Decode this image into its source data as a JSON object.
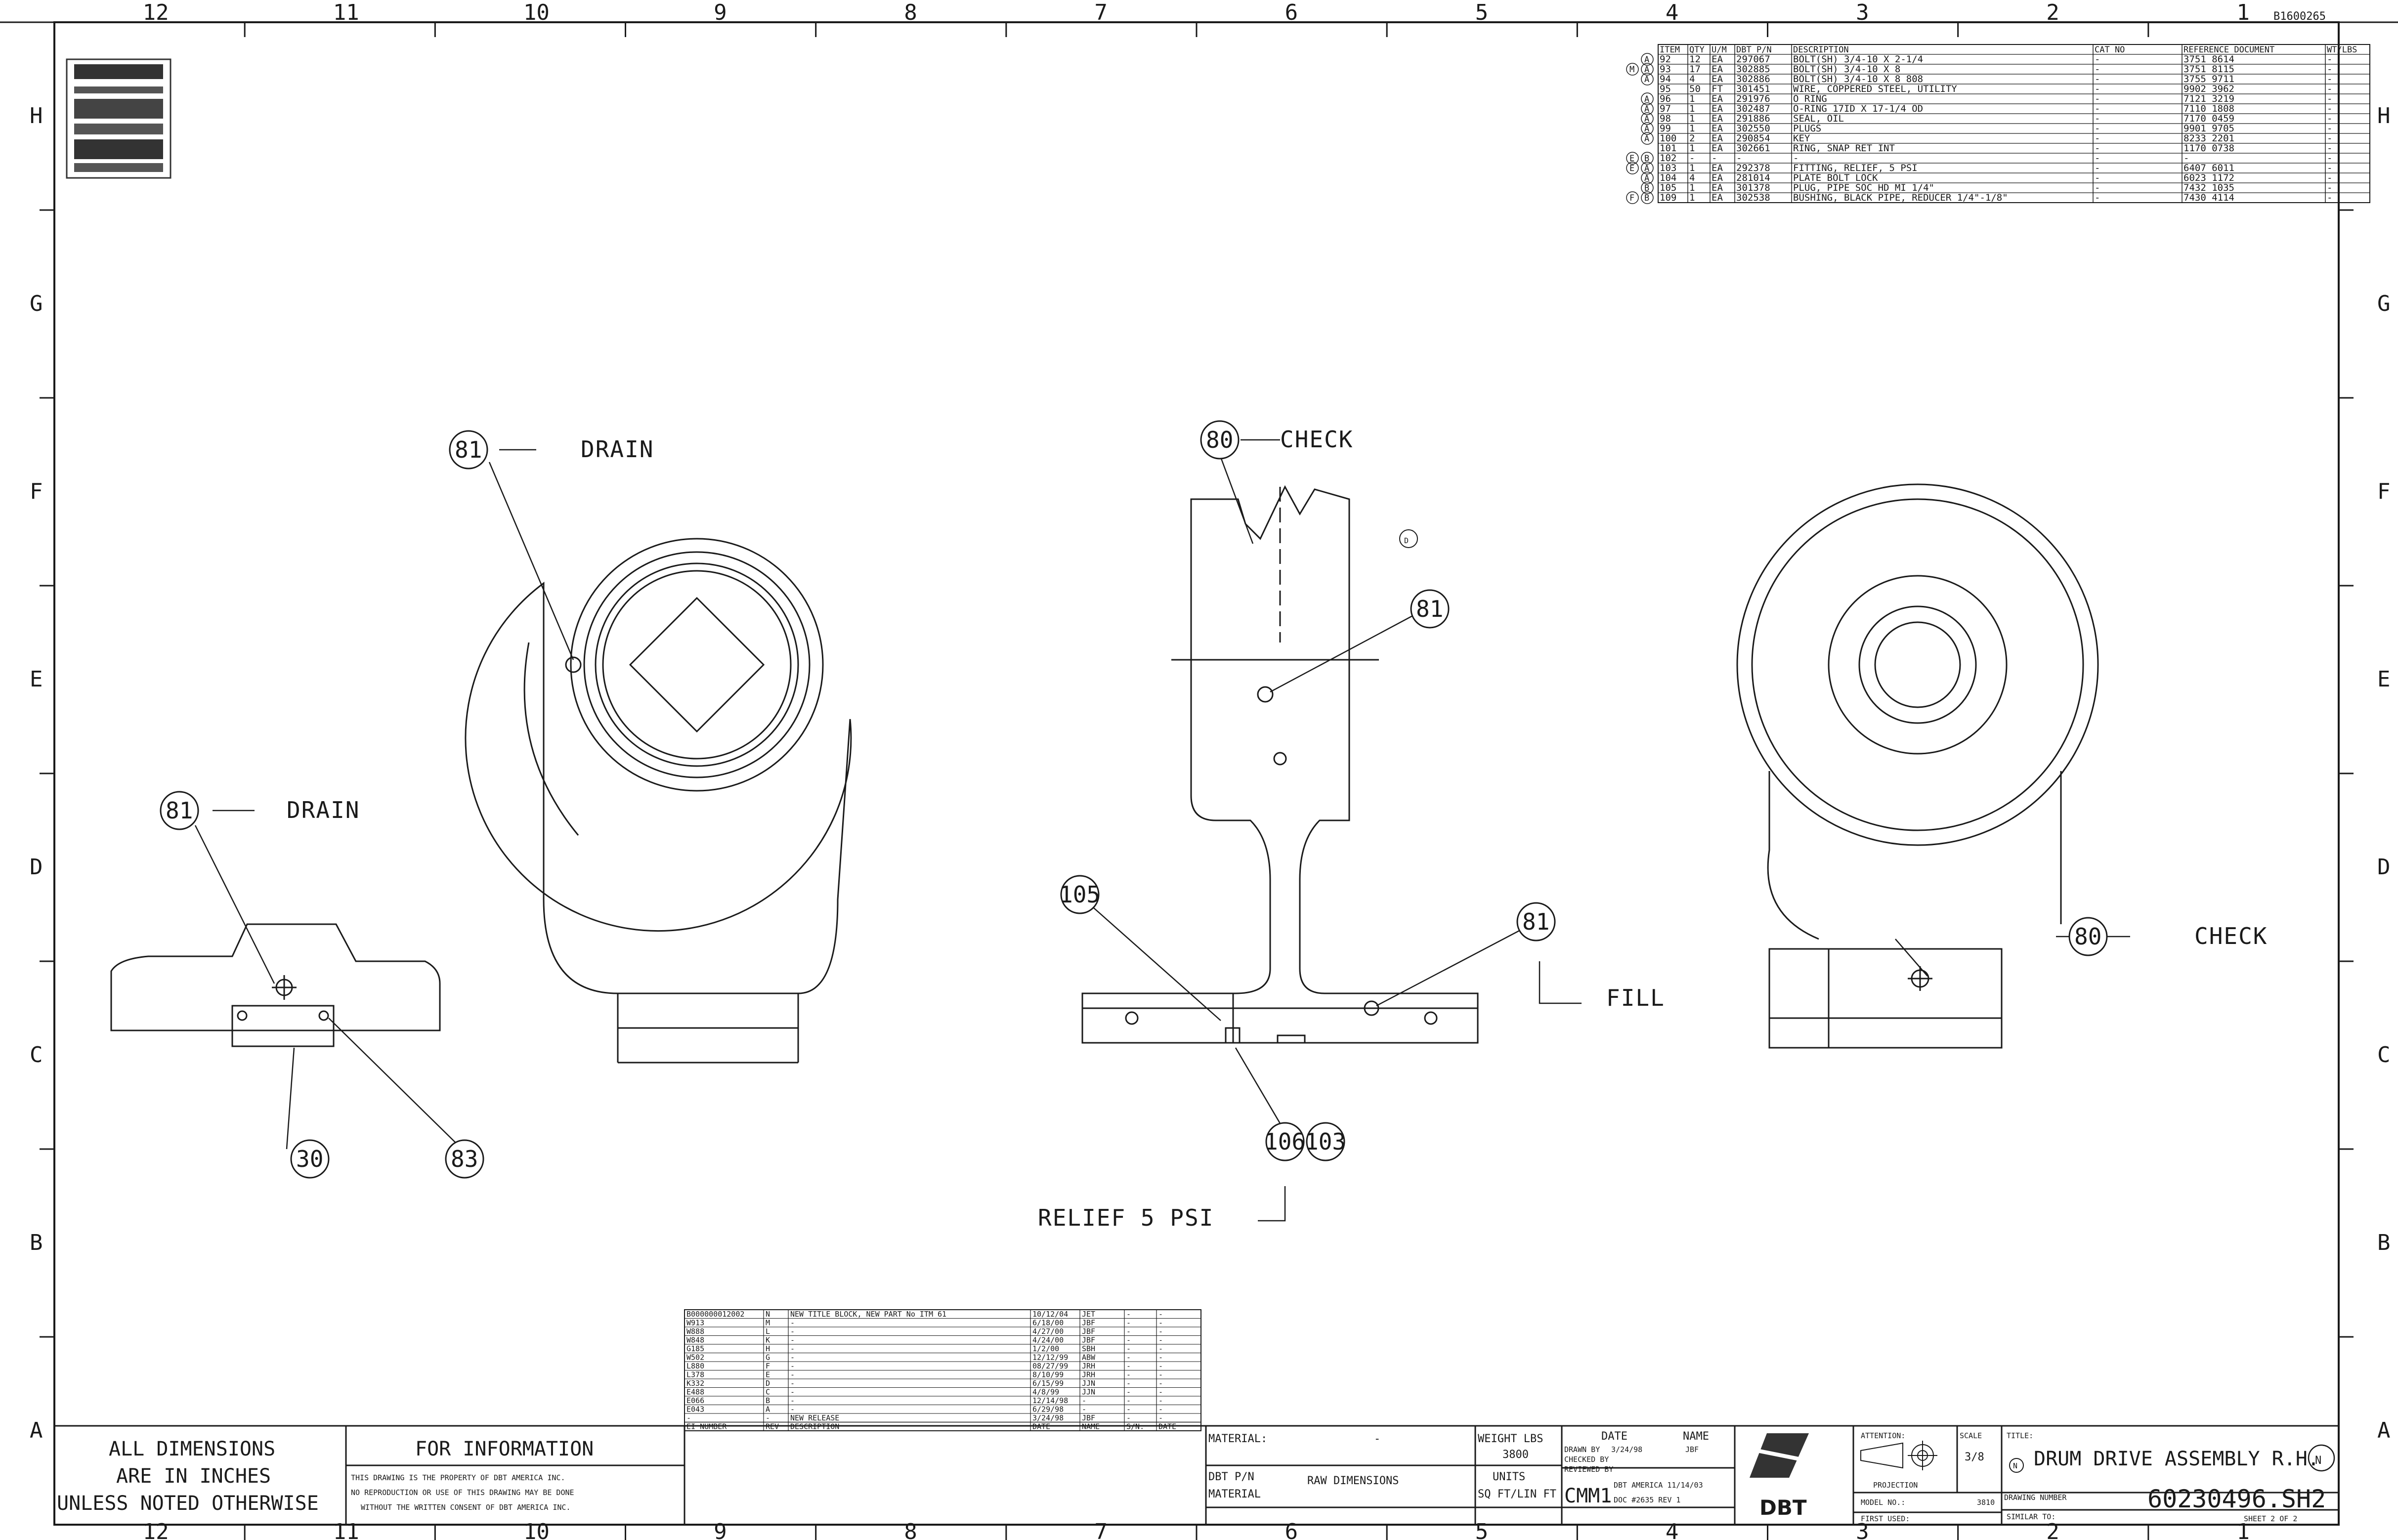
{
  "drawing_number_top": "B1600265",
  "zones": {
    "columns": [
      "12",
      "11",
      "10",
      "9",
      "8",
      "7",
      "6",
      "5",
      "4",
      "3",
      "2",
      "1"
    ],
    "rows": [
      "H",
      "G",
      "F",
      "E",
      "D",
      "C",
      "B",
      "A"
    ]
  },
  "bom": {
    "headers": [
      "ITEM",
      "QTY",
      "U/M",
      "DBT P/N",
      "DESCRIPTION",
      "CAT NO",
      "REFERENCE DOCUMENT",
      "WT/LBS"
    ],
    "rows": [
      {
        "rev": "A",
        "item": "92",
        "qty": "12",
        "um": "EA",
        "pn": "297067",
        "desc": "BOLT(SH) 3/4-10 X 2-1/4",
        "cat": "-",
        "ref": "3751 8614",
        "wt": "-"
      },
      {
        "rev": "M A",
        "item": "93",
        "qty": "17",
        "um": "EA",
        "pn": "302885",
        "desc": "BOLT(SH) 3/4-10 X 8",
        "cat": "-",
        "ref": "3751 8115",
        "wt": "-"
      },
      {
        "rev": "A",
        "item": "94",
        "qty": "4",
        "um": "EA",
        "pn": "302886",
        "desc": "BOLT(SH) 3/4-10 X 8 808",
        "cat": "-",
        "ref": "3755 9711",
        "wt": "-"
      },
      {
        "rev": "",
        "item": "95",
        "qty": "50",
        "um": "FT",
        "pn": "301451",
        "desc": "WIRE, COPPERED STEEL, UTILITY",
        "cat": "-",
        "ref": "9902 3962",
        "wt": "-"
      },
      {
        "rev": "A",
        "item": "96",
        "qty": "1",
        "um": "EA",
        "pn": "291976",
        "desc": "O RING",
        "cat": "-",
        "ref": "7121 3219",
        "wt": "-"
      },
      {
        "rev": "A",
        "item": "97",
        "qty": "1",
        "um": "EA",
        "pn": "302487",
        "desc": "O-RING 17ID X 17-1/4 OD",
        "cat": "-",
        "ref": "7110 1808",
        "wt": "-"
      },
      {
        "rev": "A",
        "item": "98",
        "qty": "1",
        "um": "EA",
        "pn": "291886",
        "desc": "SEAL, OIL",
        "cat": "-",
        "ref": "7170 0459",
        "wt": "-"
      },
      {
        "rev": "A",
        "item": "99",
        "qty": "1",
        "um": "EA",
        "pn": "302550",
        "desc": "PLUGS",
        "cat": "-",
        "ref": "9901 9705",
        "wt": "-"
      },
      {
        "rev": "A",
        "item": "100",
        "qty": "2",
        "um": "EA",
        "pn": "290854",
        "desc": "KEY",
        "cat": "-",
        "ref": "8233 2201",
        "wt": "-"
      },
      {
        "rev": "",
        "item": "101",
        "qty": "1",
        "um": "EA",
        "pn": "302661",
        "desc": "RING, SNAP RET INT",
        "cat": "-",
        "ref": "1170 0738",
        "wt": "-"
      },
      {
        "rev": "E B",
        "item": "102",
        "qty": "-",
        "um": "-",
        "pn": "-",
        "desc": "-",
        "cat": "-",
        "ref": "-",
        "wt": "-"
      },
      {
        "rev": "E A",
        "item": "103",
        "qty": "1",
        "um": "EA",
        "pn": "292378",
        "desc": "FITTING, RELIEF, 5 PSI",
        "cat": "-",
        "ref": "6407 6011",
        "wt": "-"
      },
      {
        "rev": "A",
        "item": "104",
        "qty": "4",
        "um": "EA",
        "pn": "281014",
        "desc": "PLATE BOLT LOCK",
        "cat": "-",
        "ref": "6023 1172",
        "wt": "-"
      },
      {
        "rev": "B",
        "item": "105",
        "qty": "1",
        "um": "EA",
        "pn": "301378",
        "desc": "PLUG, PIPE SOC HD MI 1/4\"",
        "cat": "-",
        "ref": "7432 1035",
        "wt": "-"
      },
      {
        "rev": "F B",
        "item": "109",
        "qty": "1",
        "um": "EA",
        "pn": "302538",
        "desc": "BUSHING, BLACK PIPE, REDUCER 1/4\"-1/8\"",
        "cat": "-",
        "ref": "7430 4114",
        "wt": "-"
      }
    ]
  },
  "callouts": {
    "drain_top": {
      "num": "81",
      "text": "DRAIN"
    },
    "drain_left": {
      "num": "81",
      "text": "DRAIN"
    },
    "check_mid": {
      "num": "80",
      "text": "CHECK"
    },
    "check_right": {
      "num": "80",
      "text": "CHECK"
    },
    "c81_mid": "81",
    "c81_right": "81",
    "c105": "105",
    "c106": "106",
    "c103": "103",
    "c30": "30",
    "c83": "83",
    "d_marker": "D",
    "fill": "FILL",
    "relief": "RELIEF 5 PSI"
  },
  "revisions": {
    "rows": [
      {
        "ei": "B000000012002",
        "rev": "N",
        "desc": "NEW TITLE BLOCK, NEW PART No ITM 61",
        "date": "10/12/04",
        "name": "JET"
      },
      {
        "ei": "W913",
        "rev": "M",
        "desc": "-",
        "date": "6/18/00",
        "name": "JBF"
      },
      {
        "ei": "W888",
        "rev": "L",
        "desc": "-",
        "date": "4/27/00",
        "name": "JBF"
      },
      {
        "ei": "W848",
        "rev": "K",
        "desc": "-",
        "date": "4/24/00",
        "name": "JBF"
      },
      {
        "ei": "G185",
        "rev": "H",
        "desc": "-",
        "date": "1/2/00",
        "name": "SBH"
      },
      {
        "ei": "W502",
        "rev": "G",
        "desc": "-",
        "date": "12/12/99",
        "name": "ABW"
      },
      {
        "ei": "L880",
        "rev": "F",
        "desc": "-",
        "date": "08/27/99",
        "name": "JRH"
      },
      {
        "ei": "L378",
        "rev": "E",
        "desc": "-",
        "date": "8/10/99",
        "name": "JRH"
      },
      {
        "ei": "K332",
        "rev": "D",
        "desc": "-",
        "date": "6/15/99",
        "name": "JJN"
      },
      {
        "ei": "E488",
        "rev": "C",
        "desc": "-",
        "date": "4/8/99",
        "name": "JJN"
      },
      {
        "ei": "E066",
        "rev": "B",
        "desc": "-",
        "date": "12/14/98",
        "name": "-"
      },
      {
        "ei": "E043",
        "rev": "A",
        "desc": "-",
        "date": "6/29/98",
        "name": "-"
      },
      {
        "ei": "-",
        "rev": "-",
        "desc": "NEW RELEASE",
        "date": "3/24/98",
        "name": "JBF"
      }
    ],
    "footer": [
      "EI NUMBER",
      "REV",
      "DESCRIPTION",
      "DATE",
      "NAME",
      "S/N."
    ],
    "extra_header": "DATE"
  },
  "title_block": {
    "dims_line1": "ALL DIMENSIONS",
    "dims_line2": "ARE IN INCHES",
    "dims_line3": "UNLESS NOTED OTHERWISE",
    "for_info": "FOR INFORMATION",
    "property1": "THIS DRAWING IS THE PROPERTY OF DBT AMERICA INC.",
    "property2": "NO REPRODUCTION OR USE OF THIS DRAWING MAY BE DONE",
    "property3": "WITHOUT THE WRITTEN CONSENT OF DBT AMERICA INC.",
    "material_label": "MATERIAL:",
    "material_value": "-",
    "dbt_pn": "DBT P/N",
    "material2": "MATERIAL",
    "raw_dims": "RAW DIMENSIONS",
    "weight_label": "WEIGHT LBS",
    "weight_value": "3800",
    "units_label": "UNITS",
    "units_value": "SQ FT/LIN FT",
    "date_label": "DATE",
    "name_label": "NAME",
    "drawn_by": "DRAWN BY",
    "drawn_date": "3/24/98",
    "drawn_name": "JBF",
    "checked_by": "CHECKED BY",
    "reviewed_by": "REVIEWED BY",
    "cmm": "CMM1",
    "dbt_america": "DBT AMERICA 11/14/03",
    "doc": "DOC #2635 REV 1",
    "logo": "DBT",
    "attention": "ATTENTION:",
    "projection": "PROJECTION",
    "scale_label": "SCALE",
    "scale_value": "3/8",
    "title_label": "TITLE:",
    "title_value": "DRUM DRIVE ASSEMBLY R.H.",
    "title_rev": "N",
    "model_no": "MODEL NO.:",
    "first_used": "FIRST USED:",
    "size": "3810",
    "drawing_number_label": "DRAWING NUMBER",
    "similar_to": "SIMILAR TO:",
    "drawing_number": "60230496.SH2",
    "sheet": "SHEET 2 OF 2"
  }
}
